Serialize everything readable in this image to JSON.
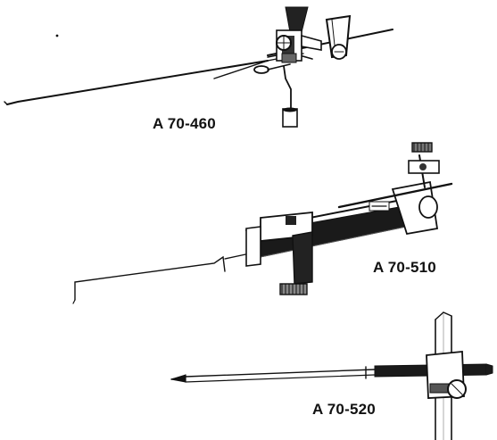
{
  "captions": {
    "item1": "A 70-460",
    "item2": "A 70-510",
    "item3": "A 70-520"
  },
  "colors": {
    "ink": "#111111",
    "paper": "#ffffff"
  }
}
